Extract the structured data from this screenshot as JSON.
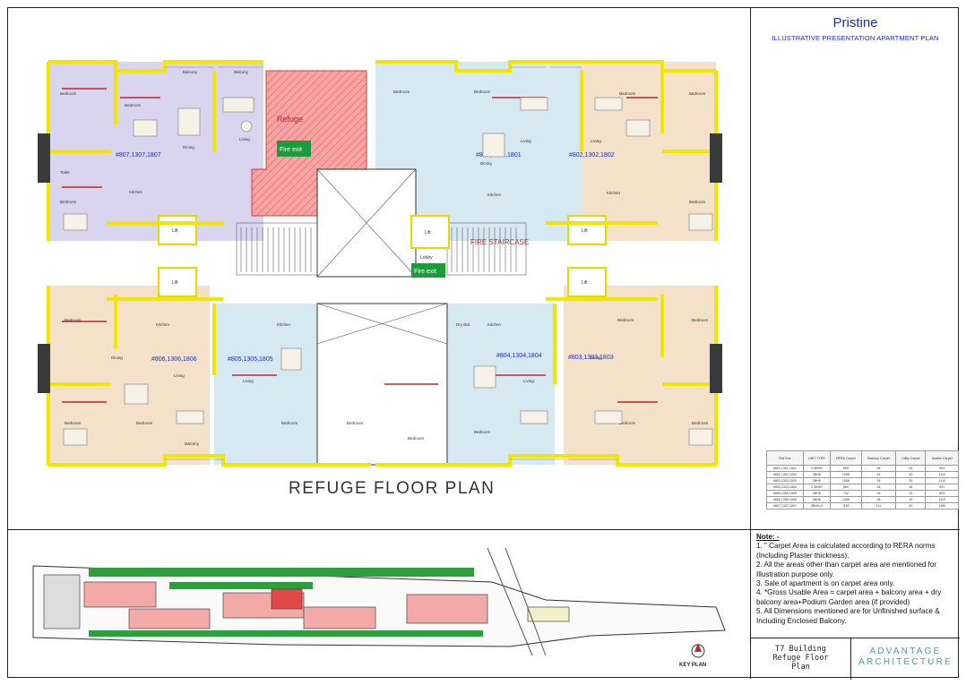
{
  "header": {
    "brand": "Pristine",
    "subtitle": "ILLUSTRATIVE PRESENTATION APARTMENT PLAN"
  },
  "plan": {
    "title": "REFUGE FLOOR PLAN",
    "refuge_label": "Refuge",
    "fire_exit_label": "Fire exit",
    "fire_staircase_label": "FIRE STAIRCASE",
    "lift_label": "Lift",
    "lobby_label": "Lobby",
    "unit_labels": [
      "#807,1307,1807",
      "#801,1301,1801",
      "#802,1302,1802",
      "#806,1306,1806",
      "#805,1305,1805",
      "#804,1304,1804",
      "#803,1303,1803"
    ],
    "room_labels": {
      "bedroom": "Bedroom",
      "living": "Living",
      "dining": "Dining",
      "kitchen": "Kitchen",
      "balcony": "Balcony",
      "toilet": "Toilet",
      "dry_balcony": "Dry Bal."
    }
  },
  "area_table": {
    "headers": [
      "Flat Nos",
      "UNIT TYPE",
      "RERA Carpet",
      "Balcony Carpet",
      "Utility Carpet",
      "Usable Carpet"
    ],
    "rows": [
      [
        "#801,1301,1801",
        "2.5BHK",
        "969",
        "54",
        "34",
        "991"
      ],
      [
        "#802,1302,1802",
        "3BHK",
        "1058",
        "54",
        "43",
        "1110"
      ],
      [
        "#803,1303,1803",
        "3BHK",
        "1058",
        "54",
        "35",
        "1110"
      ],
      [
        "#804,1304,1804",
        "2.5BHK",
        "969",
        "54",
        "34",
        "991"
      ],
      [
        "#805,1305,1805",
        "2BHK",
        "732",
        "54",
        "25",
        "803"
      ],
      [
        "#806,1306,1806",
        "3BHK",
        "1058",
        "54",
        "43",
        "1110"
      ],
      [
        "#807,1307,1807",
        "3BHK-A",
        "1150",
        "111",
        "43",
        "1180"
      ]
    ]
  },
  "notes": {
    "title": "Note: -",
    "items": [
      "1. \" Carpet Area is calculated according to RERA norms (Including Plaster thickness).",
      "2. All the areas other than carpet area are mentioned for Illustration purpose only.",
      "3. Sale of apartment is on carpet area only.",
      "4. *Gross Usable Area = carpet area + balcony area + dry balcony area+Podium Garden area (if provided)",
      "5. All Dimensions mentioned are for Unfinished surface & Including Enclosed  Balcony."
    ]
  },
  "key_plan": {
    "label": "KEY PLAN"
  },
  "title_block": {
    "building_line1": "T7 Building",
    "building_line2": "Refuge Floor",
    "building_line3": "Plan",
    "firm_line1": "ADVANTAGE",
    "firm_line2": "ARCHITECTURE"
  },
  "colors": {
    "wall_yellow": "#f2e600",
    "refuge_red": "#f08a8a",
    "unit_purple": "#d9d5ef",
    "unit_peach": "#f3e2c9",
    "unit_blue": "#d6e8f2",
    "fire_green": "#1a9c3a",
    "brand_blue": "#1f2db8",
    "firm_teal": "#3fa7a4",
    "site_green": "#2e9e3c",
    "site_pink": "#f4a9a9"
  }
}
